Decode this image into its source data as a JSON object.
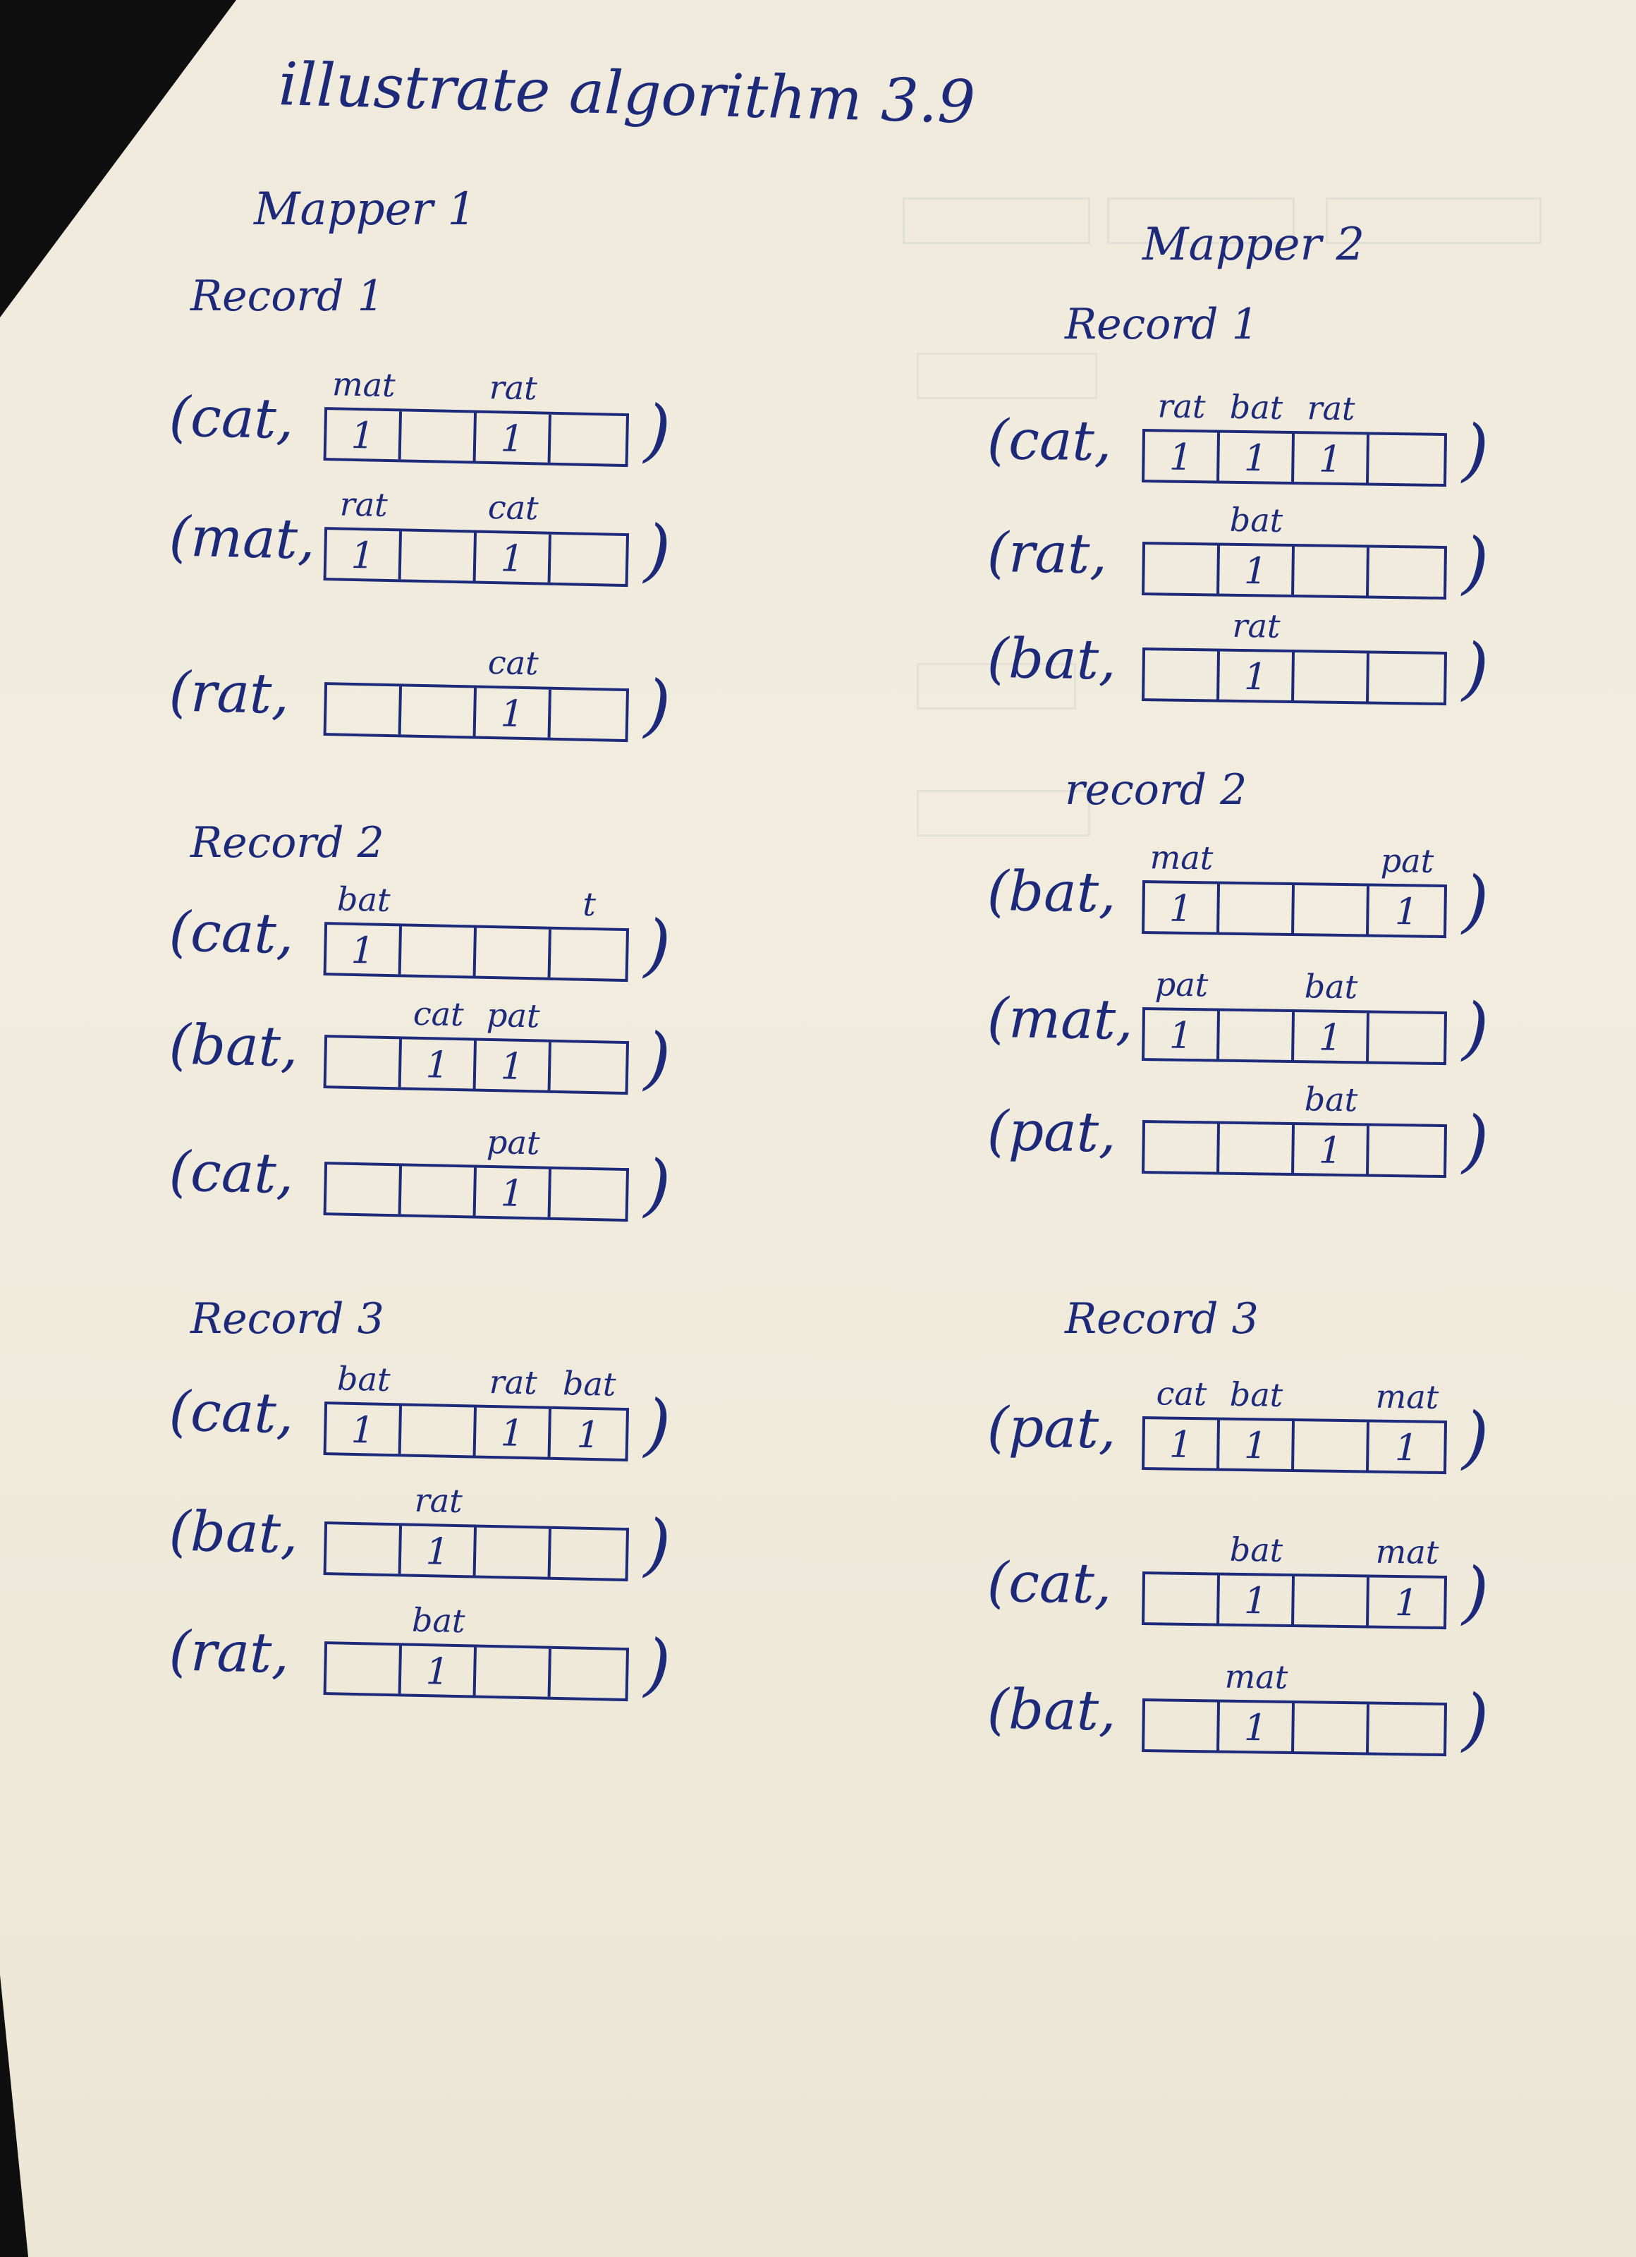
{
  "title": "illustrate algorithm 3.9",
  "mapper1": {
    "label": "Mapper 1",
    "records": [
      {
        "label": "Record 1",
        "entries": [
          {
            "key": "(cat,",
            "cells": [
              {
                "n": "1",
                "l": "mat"
              },
              {
                "n": "",
                "l": ""
              },
              {
                "n": "1",
                "l": "rat"
              },
              {
                "n": "",
                "l": ""
              }
            ]
          },
          {
            "key": "(mat,",
            "cells": [
              {
                "n": "1",
                "l": "rat"
              },
              {
                "n": "",
                "l": ""
              },
              {
                "n": "1",
                "l": "cat"
              },
              {
                "n": "",
                "l": ""
              }
            ]
          },
          {
            "key": "(rat,",
            "cells": [
              {
                "n": "",
                "l": ""
              },
              {
                "n": "",
                "l": ""
              },
              {
                "n": "1",
                "l": "cat"
              },
              {
                "n": "",
                "l": ""
              }
            ]
          }
        ]
      },
      {
        "label": "Record 2",
        "entries": [
          {
            "key": "(cat,",
            "cells": [
              {
                "n": "1",
                "l": "bat"
              },
              {
                "n": "",
                "l": ""
              },
              {
                "n": "",
                "l": ""
              },
              {
                "n": "",
                "l": "t"
              }
            ]
          },
          {
            "key": "(bat,",
            "cells": [
              {
                "n": "",
                "l": ""
              },
              {
                "n": "1",
                "l": "cat"
              },
              {
                "n": "1",
                "l": "pat"
              },
              {
                "n": "",
                "l": ""
              }
            ]
          },
          {
            "key": "(cat,",
            "cells": [
              {
                "n": "",
                "l": ""
              },
              {
                "n": "",
                "l": ""
              },
              {
                "n": "1",
                "l": "pat"
              },
              {
                "n": "",
                "l": ""
              }
            ]
          }
        ]
      },
      {
        "label": "Record 3",
        "entries": [
          {
            "key": "(cat,",
            "cells": [
              {
                "n": "1",
                "l": "bat"
              },
              {
                "n": "",
                "l": ""
              },
              {
                "n": "1",
                "l": "rat"
              },
              {
                "n": "1",
                "l": "bat"
              }
            ]
          },
          {
            "key": "(bat,",
            "cells": [
              {
                "n": "",
                "l": ""
              },
              {
                "n": "1",
                "l": "rat"
              },
              {
                "n": "",
                "l": ""
              },
              {
                "n": "",
                "l": ""
              }
            ]
          },
          {
            "key": "(rat,",
            "cells": [
              {
                "n": "",
                "l": ""
              },
              {
                "n": "1",
                "l": "bat"
              },
              {
                "n": "",
                "l": ""
              },
              {
                "n": "",
                "l": ""
              }
            ]
          }
        ]
      }
    ]
  },
  "mapper2": {
    "label": "Mapper 2",
    "records": [
      {
        "label": "Record 1",
        "entries": [
          {
            "key": "(cat,",
            "cells": [
              {
                "n": "1",
                "l": "rat"
              },
              {
                "n": "1",
                "l": "bat"
              },
              {
                "n": "1",
                "l": "rat"
              },
              {
                "n": "",
                "l": ""
              }
            ]
          },
          {
            "key": "(rat,",
            "cells": [
              {
                "n": "",
                "l": ""
              },
              {
                "n": "1",
                "l": "bat"
              },
              {
                "n": "",
                "l": ""
              },
              {
                "n": "",
                "l": ""
              }
            ]
          },
          {
            "key": "(bat,",
            "cells": [
              {
                "n": "",
                "l": ""
              },
              {
                "n": "1",
                "l": "rat"
              },
              {
                "n": "",
                "l": ""
              },
              {
                "n": "",
                "l": ""
              }
            ]
          }
        ]
      },
      {
        "label": "record 2",
        "entries": [
          {
            "key": "(bat,",
            "cells": [
              {
                "n": "1",
                "l": "mat"
              },
              {
                "n": "",
                "l": ""
              },
              {
                "n": "",
                "l": ""
              },
              {
                "n": "1",
                "l": "pat"
              }
            ]
          },
          {
            "key": "(mat,",
            "cells": [
              {
                "n": "1",
                "l": "pat"
              },
              {
                "n": "",
                "l": ""
              },
              {
                "n": "1",
                "l": "bat"
              },
              {
                "n": "",
                "l": ""
              }
            ]
          },
          {
            "key": "(pat,",
            "cells": [
              {
                "n": "",
                "l": ""
              },
              {
                "n": "",
                "l": ""
              },
              {
                "n": "1",
                "l": "bat"
              },
              {
                "n": "",
                "l": ""
              }
            ]
          }
        ]
      },
      {
        "label": "Record 3",
        "entries": [
          {
            "key": "(pat,",
            "cells": [
              {
                "n": "1",
                "l": "cat"
              },
              {
                "n": "1",
                "l": "bat"
              },
              {
                "n": "",
                "l": ""
              },
              {
                "n": "1",
                "l": "mat"
              }
            ]
          },
          {
            "key": "(cat,",
            "cells": [
              {
                "n": "",
                "l": ""
              },
              {
                "n": "1",
                "l": "bat"
              },
              {
                "n": "",
                "l": ""
              },
              {
                "n": "1",
                "l": "mat"
              }
            ]
          },
          {
            "key": "(bat,",
            "cells": [
              {
                "n": "",
                "l": ""
              },
              {
                "n": "1",
                "l": "mat"
              },
              {
                "n": "",
                "l": ""
              },
              {
                "n": "",
                "l": ""
              }
            ]
          }
        ]
      }
    ]
  }
}
